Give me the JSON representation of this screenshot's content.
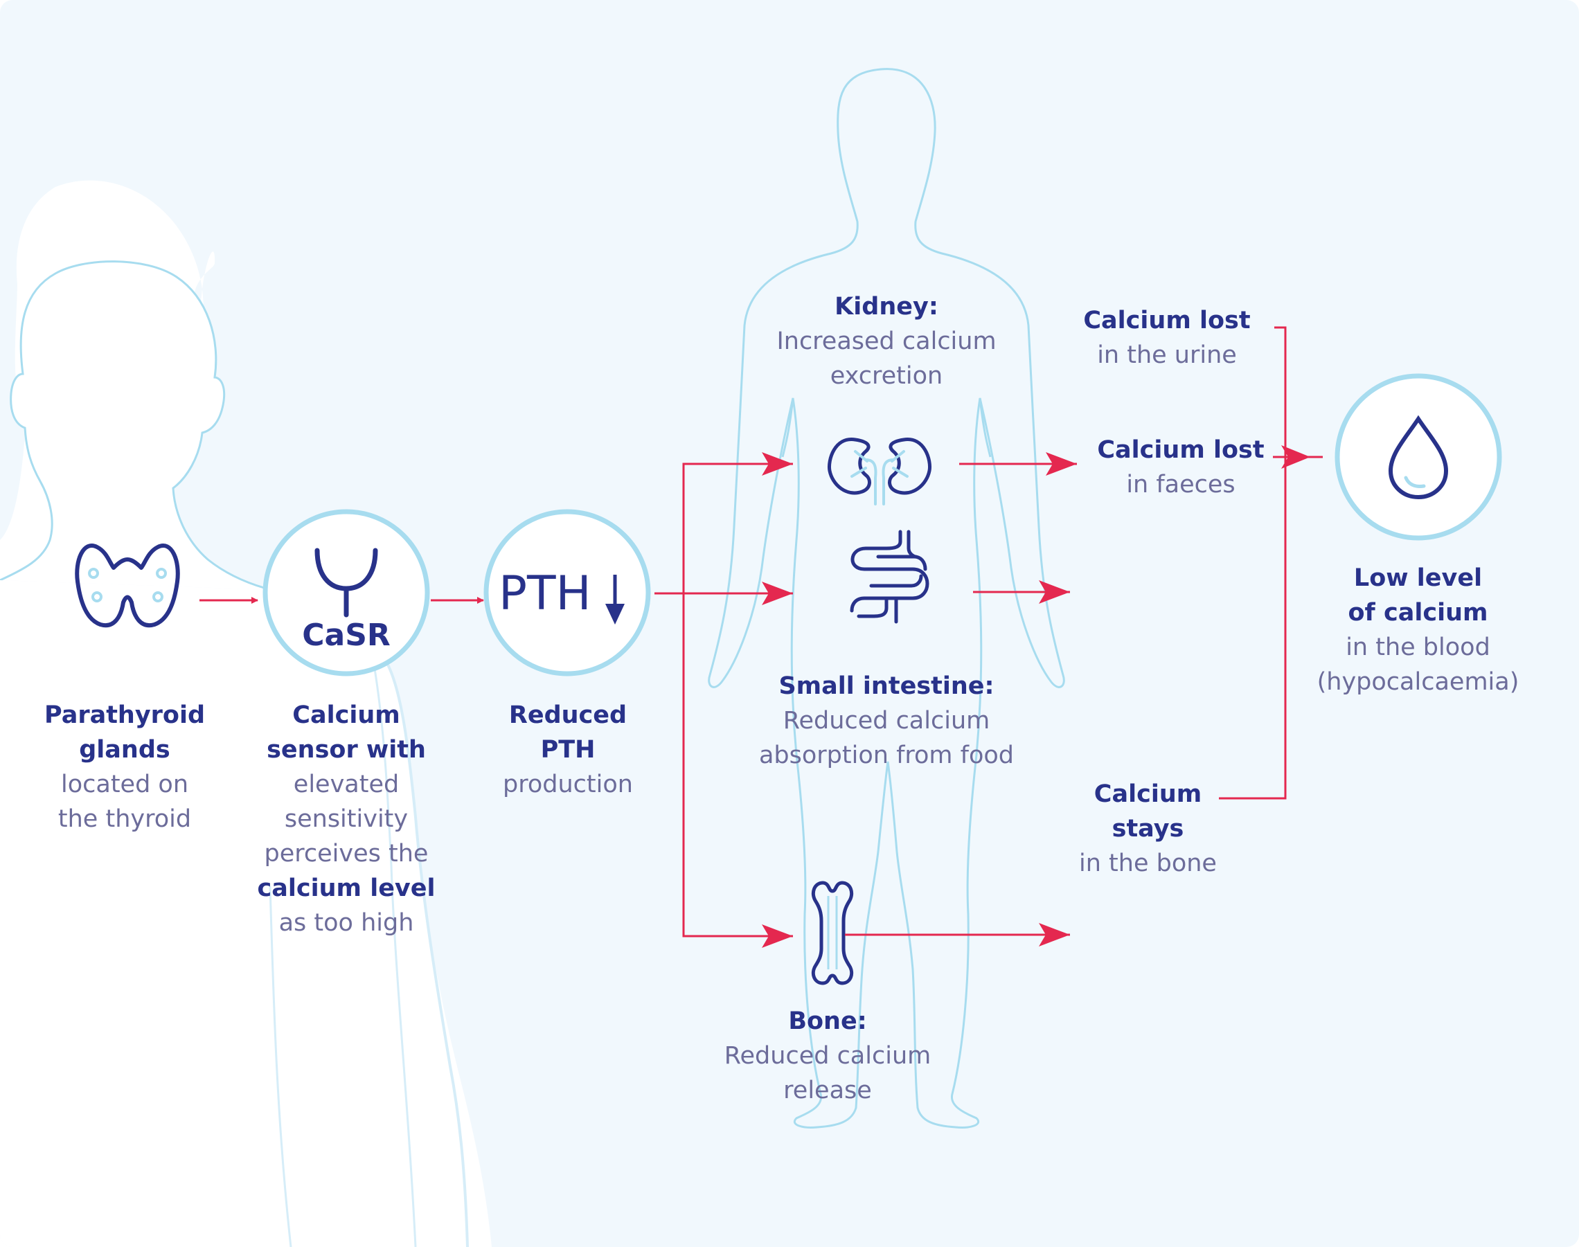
{
  "colors": {
    "outline": "#a7dcef",
    "navy": "#28328a",
    "arrow": "#e4284f",
    "background": "#f1f8fd",
    "text": "#6c6c9a"
  },
  "icons": {
    "thyroid": "thyroid-gland-icon",
    "kidney": "kidneys-icon",
    "intestine": "intestine-icon",
    "bone": "bone-icon",
    "drop": "blood-drop-icon",
    "sensor": "receptor-y-icon",
    "pth_down": "down-arrow-icon"
  },
  "icon_labels": {
    "casr": "CaSR",
    "pth": "PTH"
  },
  "nodes": {
    "parathyroid": {
      "title": "Parathyroid glands",
      "desc": [
        "located on",
        "the thyroid"
      ]
    },
    "sensor": {
      "title": [
        "Calcium",
        "sensor with"
      ],
      "desc": [
        "elevated",
        "sensitivity",
        "perceives the"
      ],
      "emphasis": "calcium level",
      "desc_end": "as too high"
    },
    "pth": {
      "title": [
        "Reduced",
        "PTH"
      ],
      "desc": "production"
    },
    "kidney": {
      "title": "Kidney:",
      "desc": [
        "Increased calcium",
        "excretion"
      ]
    },
    "intestine": {
      "title": "Small intestine:",
      "desc": [
        "Reduced calcium",
        "absorption from food"
      ]
    },
    "bone": {
      "title": "Bone:",
      "desc": [
        "Reduced calcium",
        "release"
      ]
    }
  },
  "outcomes": {
    "urine": {
      "title": "Calcium lost",
      "desc": "in the urine"
    },
    "faeces": {
      "title": "Calcium lost",
      "desc": "in faeces"
    },
    "bone": {
      "title": [
        "Calcium",
        "stays"
      ],
      "desc": "in the bone"
    },
    "blood": {
      "title": [
        "Low level",
        "of calcium"
      ],
      "desc": [
        "in the blood",
        "(hypocalcaemia)"
      ]
    }
  }
}
